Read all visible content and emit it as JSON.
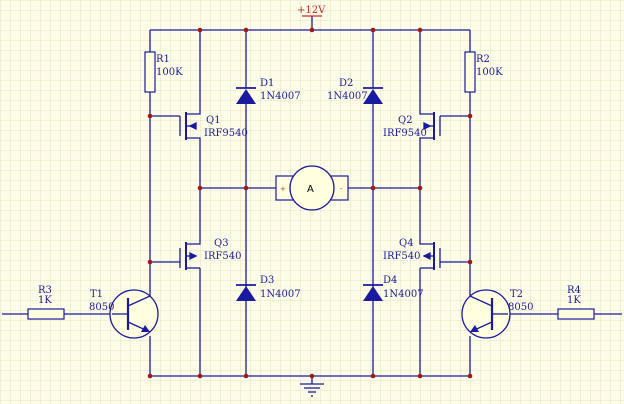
{
  "colors": {
    "background": "#fdfce8",
    "grid": "#dcdcb4",
    "wire": "#1a1aa0",
    "node": "#a01818",
    "component_fill": "#ffffe0"
  },
  "power": {
    "vcc_label": "+12V"
  },
  "resistors": {
    "r1": {
      "ref": "R1",
      "value": "100K"
    },
    "r2": {
      "ref": "R2",
      "value": "100K"
    },
    "r3": {
      "ref": "R3",
      "value": "1K"
    },
    "r4": {
      "ref": "R4",
      "value": "1K"
    }
  },
  "diodes": {
    "d1": {
      "ref": "D1",
      "value": "1N4007"
    },
    "d2": {
      "ref": "D2",
      "value": "1N4007"
    },
    "d3": {
      "ref": "D3",
      "value": "1N4007"
    },
    "d4": {
      "ref": "D4",
      "value": "1N4007"
    }
  },
  "mosfets": {
    "q1": {
      "ref": "Q1",
      "value": "IRF9540"
    },
    "q2": {
      "ref": "Q2",
      "value": "IRF9540"
    },
    "q3": {
      "ref": "Q3",
      "value": "IRF540"
    },
    "q4": {
      "ref": "Q4",
      "value": "IRF540"
    }
  },
  "bjts": {
    "t1": {
      "ref": "T1",
      "value": "8050"
    },
    "t2": {
      "ref": "T2",
      "value": "8050"
    }
  },
  "motor": {
    "symbol": "A",
    "pin_plus": "+",
    "pin_minus": "-"
  }
}
